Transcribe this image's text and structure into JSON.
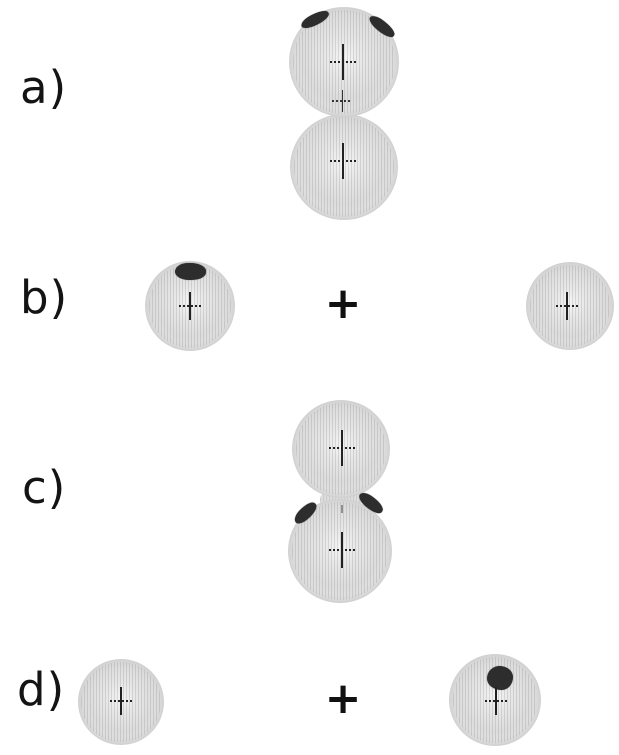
{
  "panels": {
    "a": {
      "label": "a)"
    },
    "b": {
      "label": "b)",
      "operator": "+"
    },
    "c": {
      "label": "c)"
    },
    "d": {
      "label": "d)",
      "operator": "+"
    }
  },
  "colors": {
    "background": "#ffffff",
    "droplet_fill": "#dddddd",
    "droplet_highlight": "#f4f4f4",
    "droplet_rim": "#c0c0c0",
    "meridian_stripe": "#6e6e6e",
    "surface_patch": "#2d2d2d",
    "crosshair": "#222222",
    "contact_marker": "#333333",
    "neck_tick": "#8f8f8f",
    "label_text": "#141414"
  }
}
